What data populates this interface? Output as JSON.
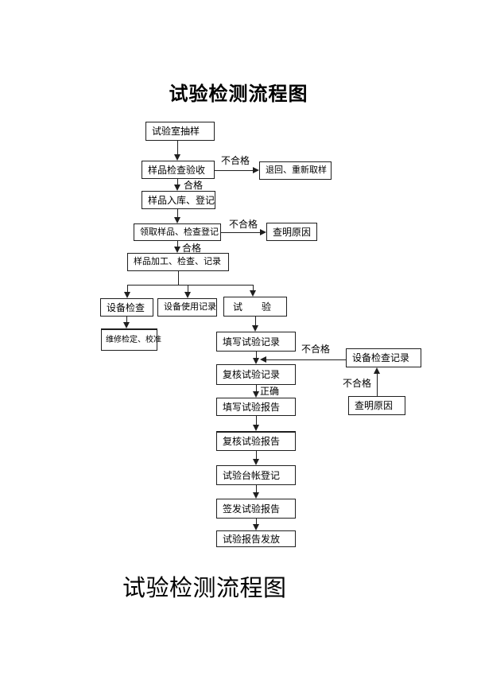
{
  "titles": {
    "top": "试验检测流程图",
    "bottom": "试验检测流程图"
  },
  "edge_labels": {
    "fail": "不合格",
    "pass": "合格",
    "correct": "正确"
  },
  "nodes": {
    "lab_sampling": "试验室抽样",
    "sample_inspection": "样品检查验收",
    "return_resample": "退回、重新取样",
    "sample_storage": "样品入库、登记",
    "receive_sample": "领取样品、检查登记",
    "find_reason_1": "查明原因",
    "sample_processing": "样品加工、检查、记录",
    "equipment_check": "设备检查",
    "equipment_usage_record": "设备使用记录",
    "test": "试　　验",
    "maintenance_calibration": "维修检定、校准",
    "fill_test_record": "填写试验记录",
    "equipment_check_record": "设备检查记录",
    "review_test_record": "复核试验记录",
    "find_reason_2": "查明原因",
    "fill_test_report": "填写试验报告",
    "review_test_report": "复核试验报告",
    "test_ledger": "试验台帐登记",
    "issue_test_report": "签发试验报告",
    "report_distribution": "试验报告发放"
  },
  "colors": {
    "line": "#1f1f1f",
    "text": "#000000",
    "background": "#ffffff"
  }
}
